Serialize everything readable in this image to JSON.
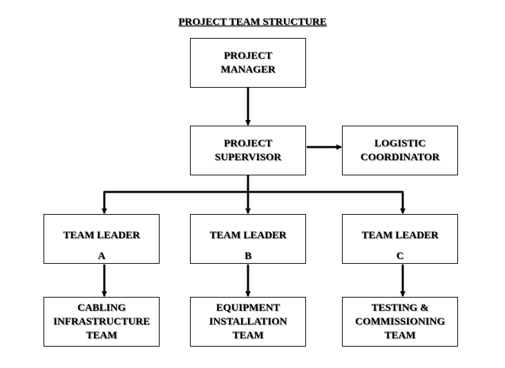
{
  "title": "PROJECT TEAM STRUCTURE",
  "nodes": {
    "project_manager": [
      "PROJECT",
      "MANAGER"
    ],
    "project_supervisor": [
      "PROJECT",
      "SUPERVISOR"
    ],
    "logistic_coordinator": [
      "LOGISTIC",
      "COORDINATOR"
    ],
    "team_leader_a": [
      "TEAM LEADER",
      "A"
    ],
    "team_leader_b": [
      "TEAM LEADER",
      "B"
    ],
    "team_leader_c": [
      "TEAM LEADER",
      "C"
    ],
    "team_a": [
      "CABLING",
      "INFRASTRUCTURE",
      "TEAM"
    ],
    "team_b": [
      "EQUIPMENT",
      "INSTALLATION",
      "TEAM"
    ],
    "team_c": [
      "TESTING &",
      "COMMISSIONING",
      "TEAM"
    ]
  },
  "edges": [
    [
      "project_manager",
      "project_supervisor"
    ],
    [
      "project_supervisor",
      "logistic_coordinator"
    ],
    [
      "project_supervisor",
      "team_leader_a"
    ],
    [
      "project_supervisor",
      "team_leader_b"
    ],
    [
      "project_supervisor",
      "team_leader_c"
    ],
    [
      "team_leader_a",
      "team_a"
    ],
    [
      "team_leader_b",
      "team_b"
    ],
    [
      "team_leader_c",
      "team_c"
    ]
  ]
}
